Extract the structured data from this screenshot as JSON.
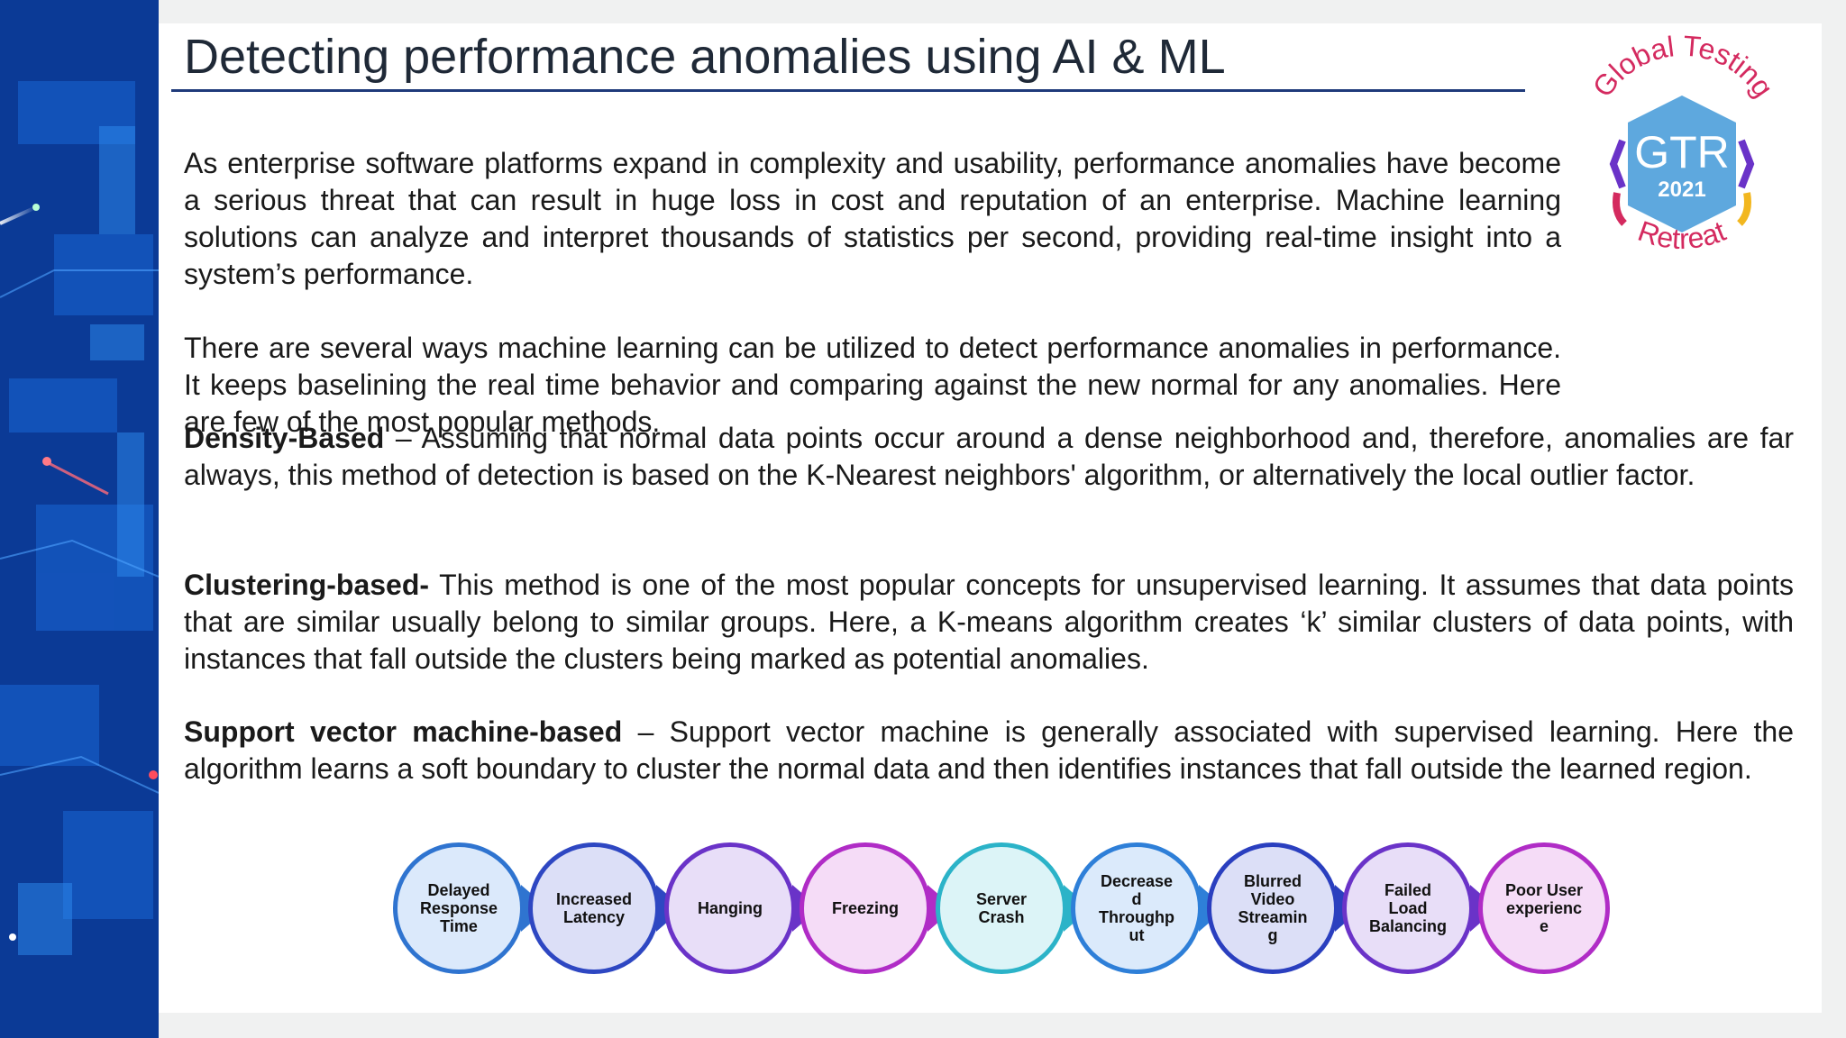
{
  "slide": {
    "title": "Detecting performance anomalies using AI & ML",
    "intro_paragraph": "As enterprise software platforms expand in complexity and usability, performance anomalies have become a serious threat that can result in huge loss in cost and reputation of an enterprise. Machine learning solutions can analyze and interpret thousands of statistics per second, providing real-time insight into a system’s performance.",
    "ways_paragraph": "There are several ways machine learning can be utilized to detect performance anomalies in performance. It keeps baselining the real time behavior and comparing against the new normal for any anomalies. Here are few of the most popular methods.",
    "methods": [
      {
        "name": "Density-Based",
        "description": " – Assuming that normal data points occur around a dense neighborhood and, therefore, anomalies are far always, this method of detection is based on the K-Nearest neighbors' algorithm, or alternatively the local outlier factor."
      },
      {
        "name": "Clustering-based-",
        "description": " This method is one of the most popular concepts for unsupervised learning. It assumes that data points that are similar usually belong to similar groups. Here, a K-means algorithm creates ‘k’ similar clusters of data points, with instances that fall outside the clusters being marked as potential anomalies."
      },
      {
        "name": "Support vector machine-based",
        "description": " – Support vector machine is generally associated with supervised learning. Here the algorithm learns a soft boundary to cluster the normal data and then identifies instances that fall outside the learned region."
      }
    ]
  },
  "logo": {
    "arc_top": "Global Testing",
    "acronym": "GTR",
    "year": "2021",
    "arc_bottom": "Retreat",
    "badge_color": "#5ea8de"
  },
  "flow": {
    "steps": [
      {
        "label": "Delayed\nResponse\nTime",
        "color": "#2f74d0",
        "fill": "#dbe9fb"
      },
      {
        "label": "Increased\nLatency",
        "color": "#2e47c2",
        "fill": "#dcdff7"
      },
      {
        "label": "Hanging",
        "color": "#6a33c8",
        "fill": "#e8def8"
      },
      {
        "label": "Freezing",
        "color": "#b02cc6",
        "fill": "#f5dcf7"
      },
      {
        "label": "Server\nCrash",
        "color": "#2bb3c8",
        "fill": "#dcf4f7"
      },
      {
        "label": "Decrease\nd\nThroughp\nut",
        "color": "#2e7fd8",
        "fill": "#dbeafb"
      },
      {
        "label": "Blurred\nVideo\nStreamin\ng",
        "color": "#2a3fbf",
        "fill": "#dcdff7"
      },
      {
        "label": "Failed\nLoad\nBalancing",
        "color": "#6a33c8",
        "fill": "#e8def8"
      },
      {
        "label": "Poor User\nexperienc\ne",
        "color": "#b02cc6",
        "fill": "#f5dcf7"
      }
    ]
  }
}
